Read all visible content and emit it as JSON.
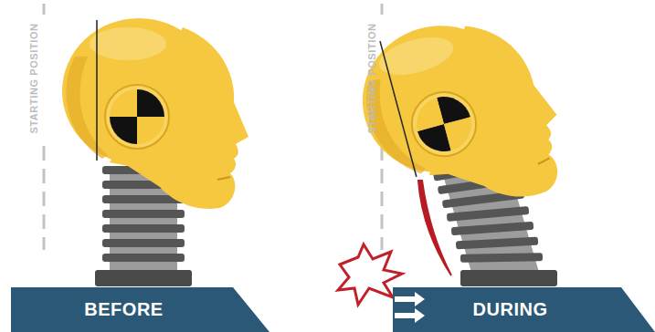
{
  "diagram": {
    "nodes": [
      {
        "text": [
          "BEFORE"
        ]
      },
      {
        "text": [
          "DURING"
        ]
      }
    ],
    "labels": [
      "STARTING POSITION",
      "STARTING POSITION"
    ]
  }
}
